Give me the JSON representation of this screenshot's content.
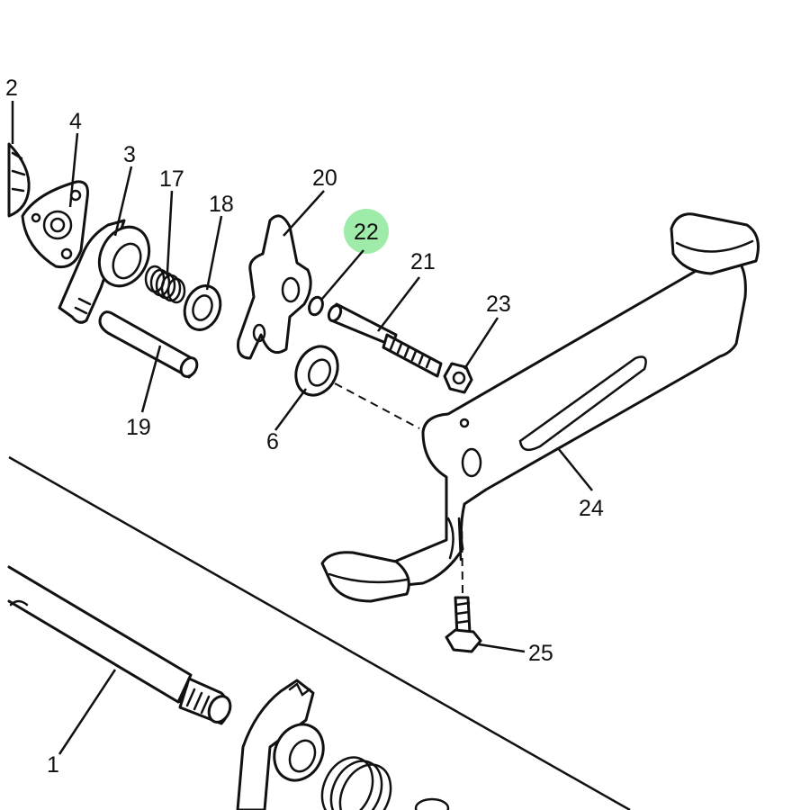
{
  "diagram": {
    "callouts": [
      {
        "id": "c2",
        "text": "2"
      },
      {
        "id": "c4",
        "text": "4"
      },
      {
        "id": "c3",
        "text": "3"
      },
      {
        "id": "c17",
        "text": "17"
      },
      {
        "id": "c18",
        "text": "18"
      },
      {
        "id": "c20",
        "text": "20"
      },
      {
        "id": "c22",
        "text": "22"
      },
      {
        "id": "c21",
        "text": "21"
      },
      {
        "id": "c23",
        "text": "23"
      },
      {
        "id": "c19",
        "text": "19"
      },
      {
        "id": "c6",
        "text": "6"
      },
      {
        "id": "c24",
        "text": "24"
      },
      {
        "id": "c25",
        "text": "25"
      },
      {
        "id": "c1",
        "text": "1"
      }
    ],
    "highlight_color": "#8ee89a"
  }
}
